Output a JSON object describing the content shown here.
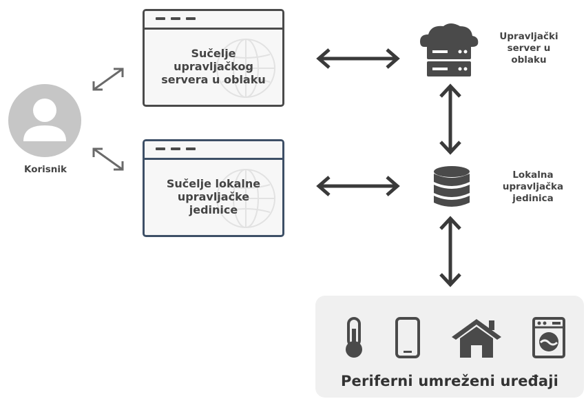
{
  "user": {
    "label": "Korisnik"
  },
  "cloud_ui": {
    "label": "Sučelje upravljačkog servera u oblaku"
  },
  "local_ui": {
    "label": "Sučelje lokalne upravljačke jedinice"
  },
  "cloud_server": {
    "label": "Upravljački server u oblaku"
  },
  "local_unit": {
    "label": "Lokalna upravljačka jedinica"
  },
  "peripherals": {
    "title": "Periferni umreženi uređaji",
    "icons": [
      "thermometer-icon",
      "smartphone-icon",
      "house-icon",
      "washing-machine-icon"
    ]
  },
  "colors": {
    "dark": "#4a4a4a",
    "user": "#c6c6c6",
    "panel": "#f0f0f0",
    "local_border": "#3d4f66"
  }
}
